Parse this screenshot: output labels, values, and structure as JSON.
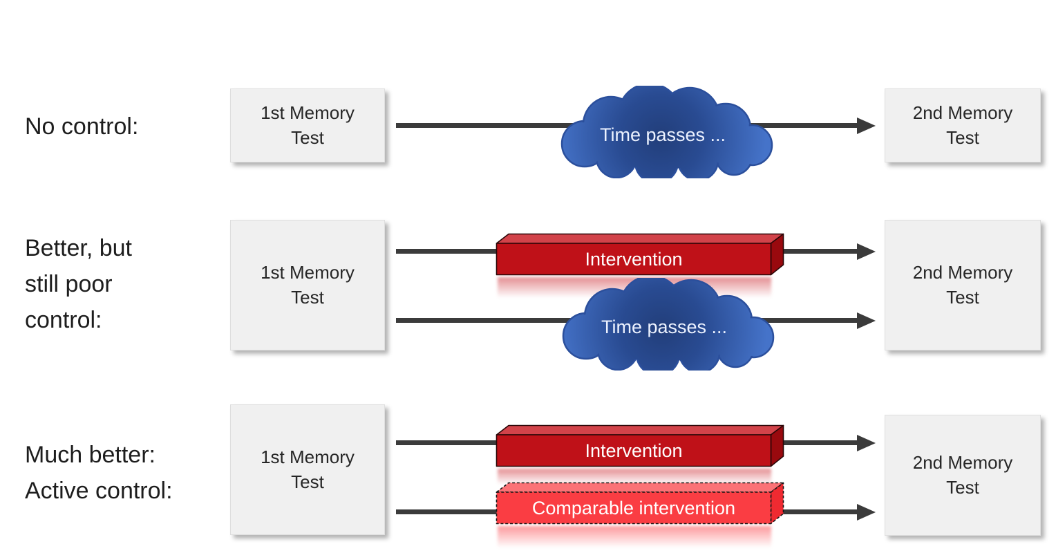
{
  "diagram": {
    "title_semantic": "memory-experiment-control-conditions",
    "rows": [
      {
        "label": "No control:",
        "left_box": "1st Memory Test",
        "right_box": "2nd Memory Test",
        "cloud_label": "Time passes ..."
      },
      {
        "label": "Better, but\nstill poor\ncontrol:",
        "left_box": "1st Memory Test",
        "right_box": "2nd Memory Test",
        "intervention_label": "Intervention",
        "cloud_label": "Time passes ..."
      },
      {
        "label": "Much better:\nActive control:",
        "left_box": "1st Memory Test",
        "right_box": "2nd Memory Test",
        "intervention_label": "Intervention",
        "comparable_label": "Comparable intervention"
      }
    ],
    "colors": {
      "background": "#ffffff",
      "label_text": "#1d1d1d",
      "box_fill": "#f0f0f0",
      "box_text": "#262626",
      "arrow": "#3b3b3b",
      "cloud_center": "#223e7a",
      "cloud_edge": "#4573c9",
      "cloud_outline": "#2b4f9c",
      "cloud_text": "#ecf2ff",
      "intervention_front": "#bf1118",
      "intervention_top": "#d2434a",
      "intervention_side": "#99090e",
      "intervention_outline": "#2a0607",
      "comparable_front": "#fa3d43",
      "comparable_top": "#fb7276",
      "comparable_side": "#ef2a31",
      "comparable_outline": "#161616",
      "bar_text": "#ffffff"
    }
  }
}
